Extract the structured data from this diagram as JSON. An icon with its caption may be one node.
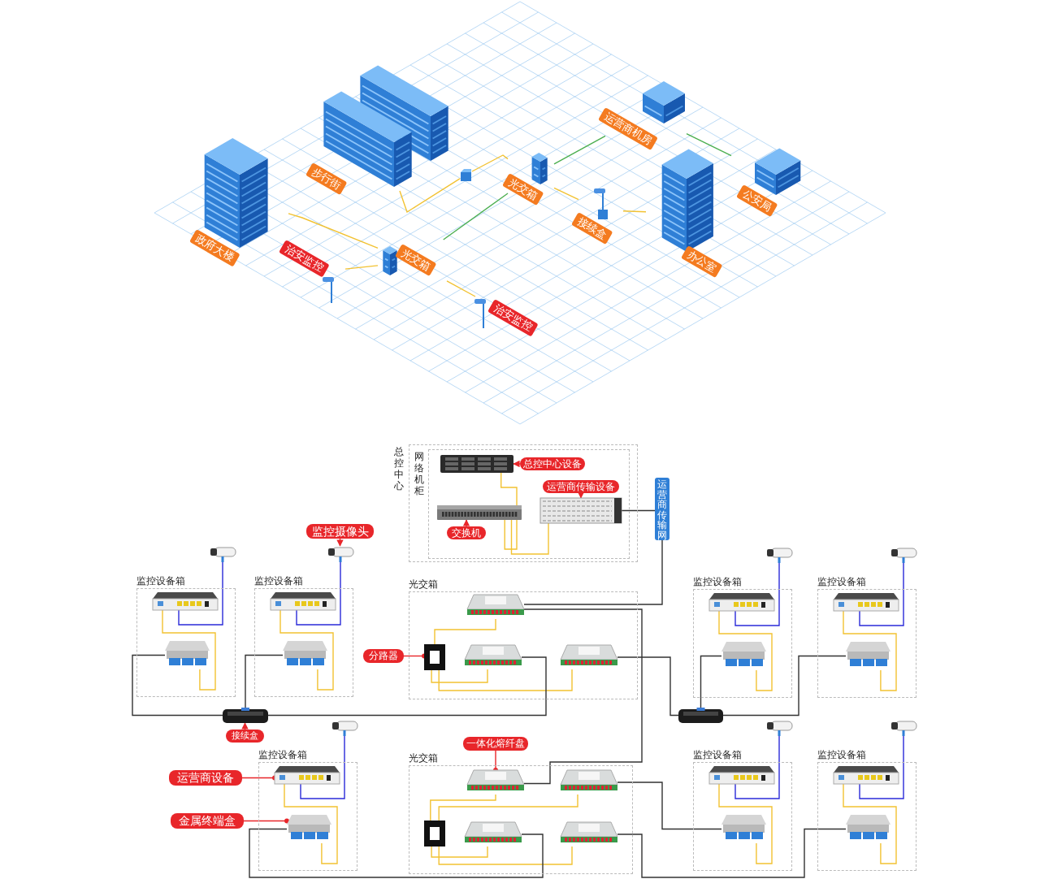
{
  "diagram": {
    "nodes": [
      {
        "text": [
          "政府大楼"
        ]
      },
      {
        "text": [
          "步行街"
        ]
      },
      {
        "text": [
          "光交箱"
        ]
      },
      {
        "text": [
          "光交箱"
        ]
      },
      {
        "text": [
          "接续盒"
        ]
      },
      {
        "text": [
          "运营商机房"
        ]
      },
      {
        "text": [
          "公安局"
        ]
      },
      {
        "text": [
          "办公室"
        ]
      },
      {
        "text": [
          "治安监控"
        ]
      },
      {
        "text": [
          "治安监控"
        ]
      },
      {
        "text": [],
        "shape": "box"
      },
      {
        "text": [
          "总控中心"
        ]
      },
      {
        "text": [
          "网络机柜"
        ],
        "in": 11
      },
      {
        "text": [],
        "shape": "picture",
        "in": 12
      },
      {
        "text": [],
        "shape": "picture",
        "in": 12
      },
      {
        "text": [],
        "shape": "picture",
        "in": 12
      },
      {
        "text": [
          "总控中心设备"
        ],
        "in": 12
      },
      {
        "text": [
          "运营商传输设备"
        ],
        "in": 12
      },
      {
        "text": [
          "交换机"
        ],
        "in": 12
      },
      {
        "text": [
          "运营商传输网"
        ]
      },
      {
        "text": [
          "光交箱"
        ]
      },
      {
        "text": [],
        "shape": "picture",
        "in": 20
      },
      {
        "text": [],
        "shape": "picture",
        "in": 20
      },
      {
        "text": [],
        "shape": "picture",
        "in": 20
      },
      {
        "text": [],
        "shape": "picture",
        "in": 20
      },
      {
        "text": [
          "分路器"
        ]
      },
      {
        "text": [
          "光交箱"
        ]
      },
      {
        "text": [],
        "shape": "picture",
        "in": 26
      },
      {
        "text": [],
        "shape": "picture",
        "in": 26
      },
      {
        "text": [],
        "shape": "picture",
        "in": 26
      },
      {
        "text": [],
        "shape": "picture",
        "in": 26
      },
      {
        "text": [],
        "shape": "picture",
        "in": 26
      },
      {
        "text": [
          "一体化熔纤盘"
        ]
      },
      {
        "text": [],
        "shape": "picture"
      },
      {
        "text": [
          "接续盒"
        ]
      },
      {
        "text": [],
        "shape": "picture"
      },
      {
        "text": [
          "监控摄像头"
        ]
      },
      {
        "text": [
          "运营商设备"
        ]
      },
      {
        "text": [
          "金属终端盒"
        ]
      },
      {
        "text": [
          "监控设备箱"
        ]
      },
      {
        "text": [],
        "shape": "picture",
        "in": 39
      },
      {
        "text": [],
        "shape": "picture",
        "in": 39
      },
      {
        "text": [],
        "shape": "picture"
      },
      {
        "text": [
          "监控设备箱"
        ]
      },
      {
        "text": [],
        "shape": "picture",
        "in": 43
      },
      {
        "text": [],
        "shape": "picture",
        "in": 43
      },
      {
        "text": [],
        "shape": "picture"
      },
      {
        "text": [
          "监控设备箱"
        ]
      },
      {
        "text": [],
        "shape": "picture",
        "in": 47
      },
      {
        "text": [],
        "shape": "picture",
        "in": 47
      },
      {
        "text": [],
        "shape": "picture"
      },
      {
        "text": [
          "监控设备箱"
        ]
      },
      {
        "text": [],
        "shape": "picture",
        "in": 51
      },
      {
        "text": [],
        "shape": "picture",
        "in": 51
      },
      {
        "text": [],
        "shape": "picture"
      },
      {
        "text": [
          "监控设备箱"
        ]
      },
      {
        "text": [],
        "shape": "picture",
        "in": 55
      },
      {
        "text": [],
        "shape": "picture",
        "in": 55
      },
      {
        "text": [],
        "shape": "picture"
      },
      {
        "text": [
          "监控设备箱"
        ]
      },
      {
        "text": [],
        "shape": "picture",
        "in": 59
      },
      {
        "text": [],
        "shape": "picture",
        "in": 59
      },
      {
        "text": [],
        "shape": "picture"
      },
      {
        "text": [
          "监控设备箱"
        ]
      },
      {
        "text": [],
        "shape": "picture",
        "in": 63
      },
      {
        "text": [],
        "shape": "picture",
        "in": 63
      },
      {
        "text": [],
        "shape": "picture"
      }
    ],
    "edges": [
      {
        "from": 0,
        "to": 3,
        "arrow": "none"
      },
      {
        "from": 8,
        "to": 3,
        "arrow": "none"
      },
      {
        "from": 3,
        "to": 9,
        "arrow": "none"
      },
      {
        "from": 1,
        "to": 10,
        "arrow": "none"
      },
      {
        "from": 10,
        "to": 2,
        "arrow": "none"
      },
      {
        "from": 3,
        "to": 2,
        "arrow": "none",
        "color": "#4caf50"
      },
      {
        "from": 2,
        "to": 5,
        "arrow": "none",
        "color": "#4caf50"
      },
      {
        "from": 5,
        "to": 6,
        "arrow": "none",
        "color": "#4caf50"
      },
      {
        "from": 2,
        "to": 4,
        "arrow": "none"
      },
      {
        "from": 4,
        "to": 7,
        "arrow": "none"
      },
      {
        "from": 16,
        "to": 13,
        "arrow": "to",
        "color": "#e8262a"
      },
      {
        "from": 17,
        "to": 15,
        "arrow": "to",
        "color": "#e8262a"
      },
      {
        "from": 18,
        "to": 14,
        "arrow": "to",
        "color": "#e8262a"
      },
      {
        "from": 13,
        "to": 14,
        "arrow": "none"
      },
      {
        "from": 14,
        "to": 15,
        "arrow": "none"
      },
      {
        "from": 15,
        "to": 19,
        "arrow": "none",
        "color": "#333333"
      },
      {
        "from": 19,
        "to": 21,
        "arrow": "none",
        "color": "#333333"
      },
      {
        "from": 21,
        "to": 27,
        "arrow": "none",
        "color": "#333333"
      },
      {
        "from": 22,
        "to": 21,
        "arrow": "none"
      },
      {
        "from": 22,
        "to": 23,
        "arrow": "none"
      },
      {
        "from": 22,
        "to": 24,
        "arrow": "none"
      },
      {
        "from": 25,
        "to": 22,
        "arrow": "other",
        "color": "#e8262a"
      },
      {
        "from": 23,
        "to": 33,
        "arrow": "none",
        "color": "#333333"
      },
      {
        "from": 33,
        "to": 41,
        "arrow": "none",
        "color": "#333333"
      },
      {
        "from": 33,
        "to": 45,
        "arrow": "none",
        "color": "#333333"
      },
      {
        "from": 24,
        "to": 35,
        "arrow": "none",
        "color": "#333333"
      },
      {
        "from": 35,
        "to": 49,
        "arrow": "none",
        "color": "#333333"
      },
      {
        "from": 35,
        "to": 53,
        "arrow": "none",
        "color": "#333333"
      },
      {
        "from": 29,
        "to": 27,
        "arrow": "none"
      },
      {
        "from": 29,
        "to": 28,
        "arrow": "none"
      },
      {
        "from": 29,
        "to": 30,
        "arrow": "none"
      },
      {
        "from": 29,
        "to": 31,
        "arrow": "none"
      },
      {
        "from": 32,
        "to": 27,
        "arrow": "other",
        "color": "#e8262a"
      },
      {
        "from": 28,
        "to": 61,
        "arrow": "none",
        "color": "#333333"
      },
      {
        "from": 30,
        "to": 57,
        "arrow": "none",
        "color": "#333333"
      },
      {
        "from": 31,
        "to": 65,
        "arrow": "none",
        "color": "#333333"
      },
      {
        "from": 34,
        "to": 33,
        "arrow": "to",
        "color": "#e8262a"
      },
      {
        "from": 36,
        "to": 46,
        "arrow": "to",
        "color": "#e8262a"
      },
      {
        "from": 37,
        "to": 56,
        "arrow": "other",
        "color": "#e8262a"
      },
      {
        "from": 38,
        "to": 57,
        "arrow": "other",
        "color": "#e8262a"
      },
      {
        "from": 42,
        "to": 40,
        "arrow": "none",
        "color": "#2b2bd9"
      },
      {
        "from": 40,
        "to": 41,
        "arrow": "none"
      },
      {
        "from": 46,
        "to": 44,
        "arrow": "none",
        "color": "#2b2bd9"
      },
      {
        "from": 44,
        "to": 45,
        "arrow": "none"
      },
      {
        "from": 50,
        "to": 48,
        "arrow": "none",
        "color": "#2b2bd9"
      },
      {
        "from": 48,
        "to": 49,
        "arrow": "none"
      },
      {
        "from": 54,
        "to": 52,
        "arrow": "none",
        "color": "#2b2bd9"
      },
      {
        "from": 52,
        "to": 53,
        "arrow": "none"
      },
      {
        "from": 58,
        "to": 56,
        "arrow": "none",
        "color": "#2b2bd9"
      },
      {
        "from": 56,
        "to": 57,
        "arrow": "none"
      },
      {
        "from": 62,
        "to": 60,
        "arrow": "none",
        "color": "#2b2bd9"
      },
      {
        "from": 60,
        "to": 61,
        "arrow": "none"
      },
      {
        "from": 66,
        "to": 64,
        "arrow": "none",
        "color": "#2b2bd9"
      },
      {
        "from": 64,
        "to": 65,
        "arrow": "none"
      }
    ]
  }
}
